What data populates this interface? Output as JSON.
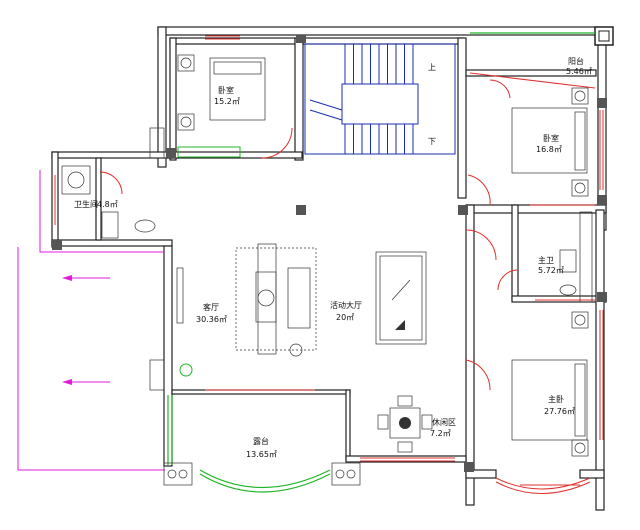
{
  "rooms": {
    "bedroom_nw": {
      "name": "卧室",
      "area": "15.2㎡"
    },
    "balcony_ne": {
      "name": "阳台",
      "area": "5.46㎡"
    },
    "bedroom_e": {
      "name": "卧室",
      "area": "16.8㎡"
    },
    "bathroom_w": {
      "name": "卫生间",
      "area": "4.8㎡"
    },
    "master_bath": {
      "name": "主卫",
      "area": "5.72㎡"
    },
    "living_room": {
      "name": "客厅",
      "area": "30.36㎡"
    },
    "activity_hall": {
      "name": "活动大厅",
      "area": "20㎡"
    },
    "master_bedroom": {
      "name": "主卧",
      "area": "27.76㎡"
    },
    "leisure_area": {
      "name": "休闲区",
      "area": "7.2㎡"
    },
    "balcony_s": {
      "name": "露台",
      "area": "13.65㎡"
    }
  },
  "stairs": {
    "up": "上",
    "down": "下"
  },
  "colors": {
    "wall": "#222222",
    "window": "#e0302c",
    "stair": "#1a2fb0",
    "railing": "#21b326",
    "arrow": "#e01ae0"
  }
}
